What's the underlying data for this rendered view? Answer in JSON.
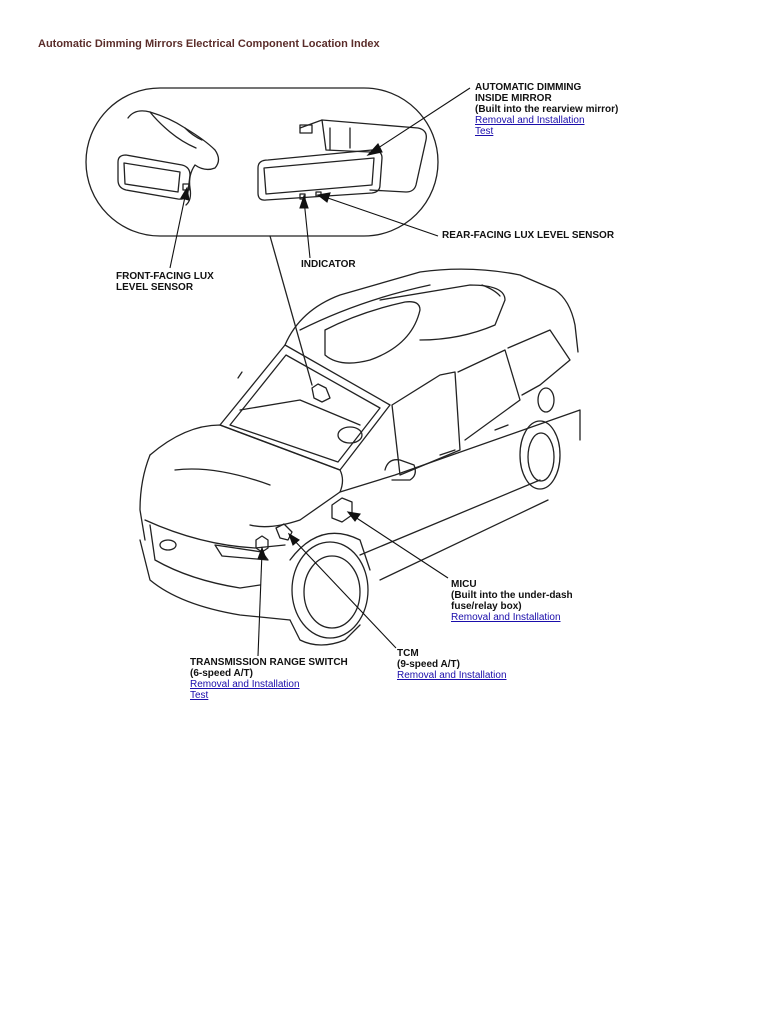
{
  "page": {
    "title": "Automatic Dimming Mirrors Electrical Component Location Index"
  },
  "callouts": {
    "auto_dimming_mirror": {
      "name": "AUTOMATIC DIMMING\nINSIDE MIRROR\n(Built into the rearview mirror)",
      "links": [
        "Removal and Installation",
        "Test"
      ]
    },
    "rear_lux_sensor": {
      "name": "REAR-FACING LUX LEVEL SENSOR"
    },
    "front_lux_sensor": {
      "name": "FRONT-FACING LUX\nLEVEL SENSOR"
    },
    "indicator": {
      "name": "INDICATOR"
    },
    "micu": {
      "name": "MICU\n(Built into the under-dash\nfuse/relay box)",
      "links": [
        "Removal and Installation"
      ]
    },
    "tcm": {
      "name": "TCM\n(9-speed A/T)",
      "links": [
        "Removal and Installation"
      ]
    },
    "trans_range_switch": {
      "name": "TRANSMISSION RANGE SWITCH\n(6-speed A/T)",
      "links": [
        "Removal and Installation",
        "Test"
      ]
    }
  },
  "colors": {
    "title": "#5b2d2a",
    "link": "#1a0dab",
    "line": "#111111"
  }
}
